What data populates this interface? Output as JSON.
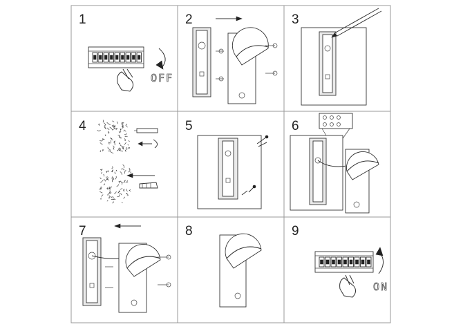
{
  "steps": [
    {
      "number": "1",
      "state_label": "OFF"
    },
    {
      "number": "2",
      "state_label": ""
    },
    {
      "number": "3",
      "state_label": ""
    },
    {
      "number": "4",
      "state_label": ""
    },
    {
      "number": "5",
      "state_label": ""
    },
    {
      "number": "6",
      "state_label": ""
    },
    {
      "number": "7",
      "state_label": ""
    },
    {
      "number": "8",
      "state_label": ""
    },
    {
      "number": "9",
      "state_label": "ON"
    }
  ],
  "colors": {
    "line": "#333333",
    "grid": "#999999",
    "background": "#ffffff"
  }
}
